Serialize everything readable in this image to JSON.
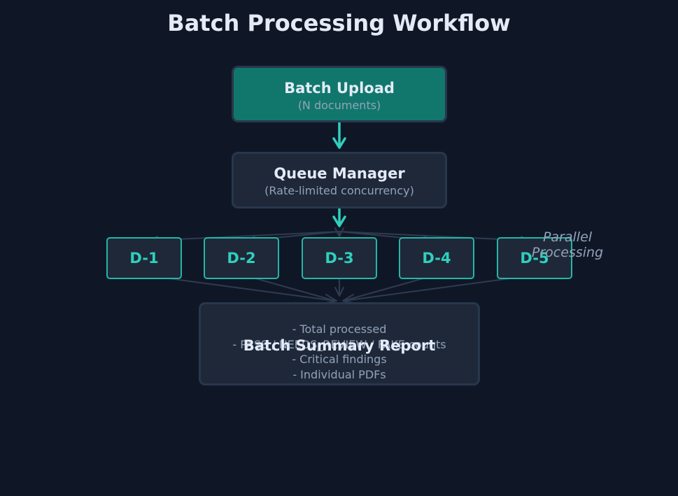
{
  "title": "Batch Processing Workflow",
  "nodes": {
    "upload": {
      "label": "Batch Upload",
      "sub": "(N documents)"
    },
    "queue": {
      "label": "Queue Manager",
      "sub": "(Rate-limited concurrency)"
    },
    "workers": [
      {
        "label": "D-1"
      },
      {
        "label": "D-2"
      },
      {
        "label": "D-3"
      },
      {
        "label": "D-4"
      },
      {
        "label": "D-5"
      }
    ],
    "parallel_note": "Parallel\nProcessing",
    "summary": {
      "label": "Batch Summary Report",
      "items": [
        "- Total processed",
        "- PASS / NEEDS_REVIEW / FAKE counts",
        "- Critical findings",
        "- Individual PDFs"
      ]
    }
  },
  "colors": {
    "background": "#0f1727",
    "upload_fill": "#11776d",
    "node_fill": "#1e2839",
    "accent": "#2fd0bd",
    "connector": "#2f3b4f",
    "text_primary": "#e4ebf7",
    "text_secondary": "#93a2b9"
  }
}
